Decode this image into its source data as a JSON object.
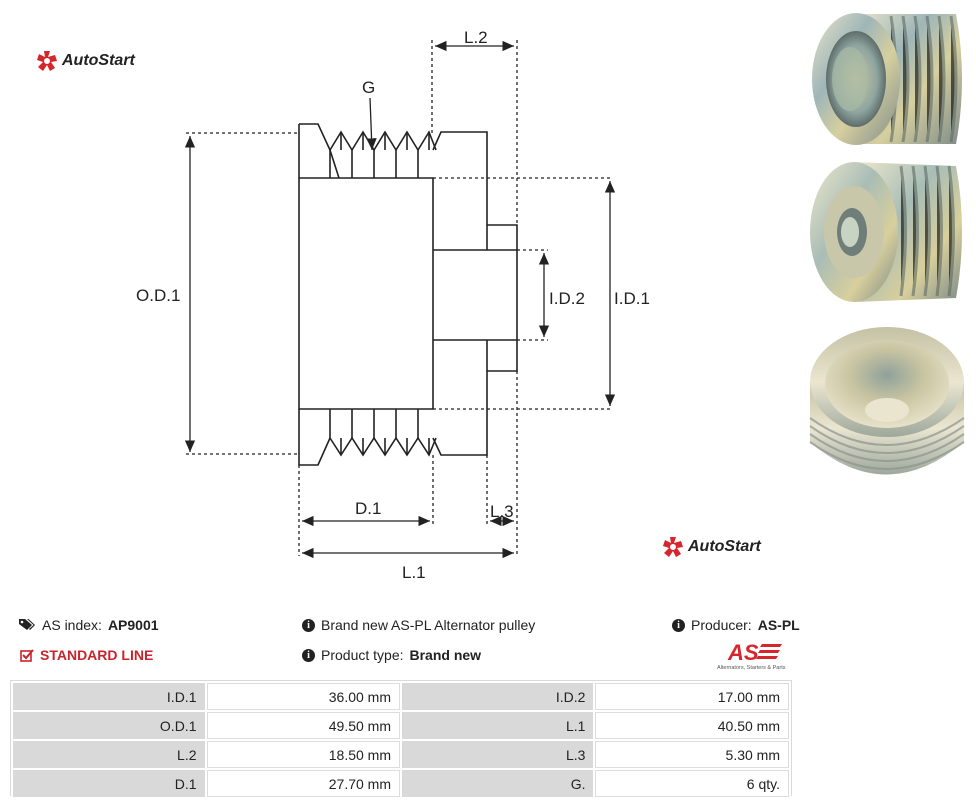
{
  "brand": {
    "logo_text": "AutoStart"
  },
  "drawing": {
    "labels": {
      "g": "G",
      "l2": "L.2",
      "od1": "O.D.1",
      "id2": "I.D.2",
      "id1": "I.D.1",
      "d1": "D.1",
      "l3": "L.3",
      "l1": "L.1"
    }
  },
  "photos": [
    "pulley-side-view",
    "pulley-front-view",
    "pulley-rear-view"
  ],
  "info": {
    "as_index_label": "AS index:",
    "as_index_value": "AP9001",
    "line": "STANDARD LINE",
    "description": "Brand new AS-PL Alternator pulley",
    "product_type_label": "Product type:",
    "product_type_value": "Brand new",
    "producer_label": "Producer:",
    "producer_value": "AS-PL",
    "producer_logo_text": "AS",
    "producer_logo_tagline": "Alternators, Starters & Parts"
  },
  "specs": [
    [
      {
        "k": "I.D.1",
        "v": "36.00 mm"
      },
      {
        "k": "I.D.2",
        "v": "17.00 mm"
      }
    ],
    [
      {
        "k": "O.D.1",
        "v": "49.50 mm"
      },
      {
        "k": "L.1",
        "v": "40.50 mm"
      }
    ],
    [
      {
        "k": "L.2",
        "v": "18.50 mm"
      },
      {
        "k": "L.3",
        "v": "5.30 mm"
      }
    ],
    [
      {
        "k": "D.1",
        "v": "27.70 mm"
      },
      {
        "k": "G.",
        "v": "6 qty."
      }
    ]
  ],
  "colors": {
    "accent_red": "#c9242b",
    "table_header": "#d9d9d9"
  }
}
